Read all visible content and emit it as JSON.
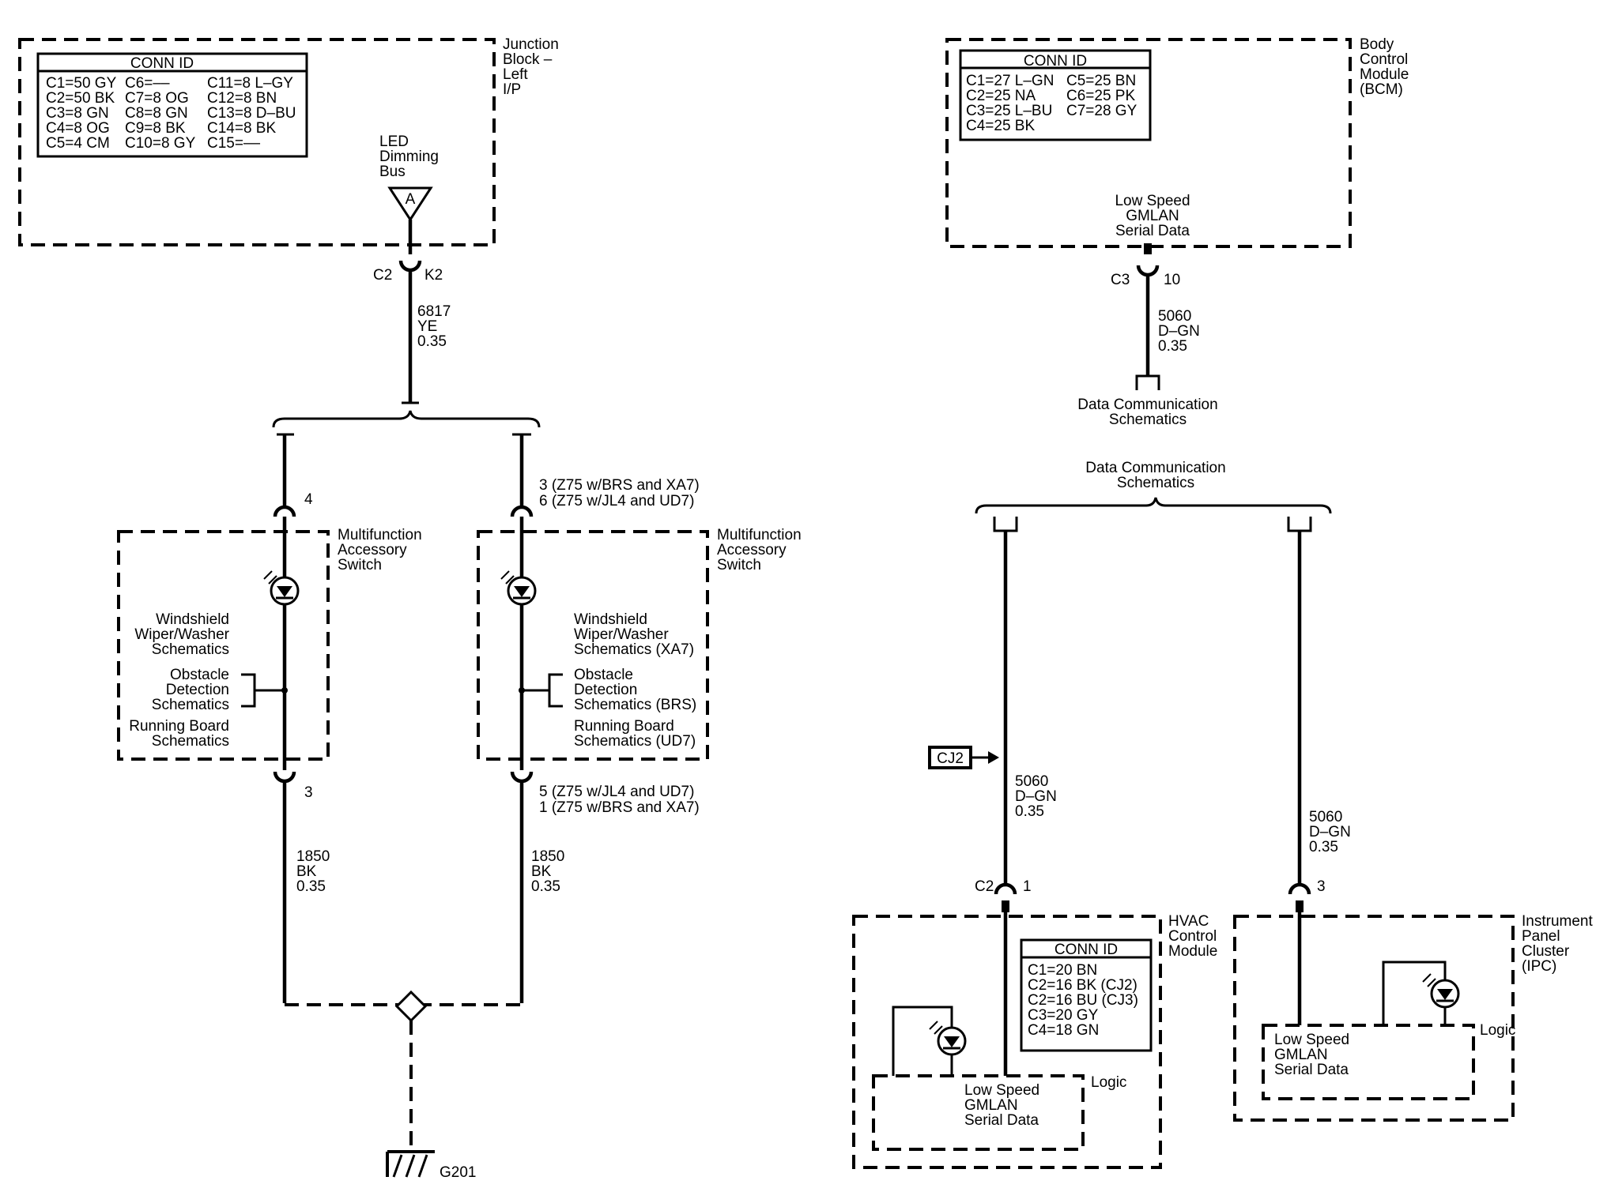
{
  "junction_block": {
    "name_lines": [
      "Junction",
      "Block –",
      "Left",
      "I/P"
    ],
    "conn_title": "CONN ID",
    "conn_rows": [
      [
        "C1=50 GY",
        "C6=––",
        "C11=8 L–GY"
      ],
      [
        "C2=50 BK",
        "C7=8 OG",
        "C12=8 BN"
      ],
      [
        "C3=8 GN",
        "C8=8 GN",
        "C13=8 D–BU"
      ],
      [
        "C4=8 OG",
        "C9=8 BK",
        "C14=8 BK"
      ],
      [
        "C5=4 CM",
        "C10=8 GY",
        "C15=––"
      ]
    ],
    "bus_label_lines": [
      "LED",
      "Dimming",
      "Bus"
    ],
    "bus_letter": "A",
    "conn": "C2",
    "pin": "K2",
    "wire_lines": [
      "6817",
      "YE",
      "0.35"
    ]
  },
  "left_switch": {
    "name_lines": [
      "Multifunction",
      "Accessory",
      "Switch"
    ],
    "top_pin": "4",
    "bottom_pin": "3",
    "text_lines": [
      "Windshield",
      "Wiper/Washer",
      "Schematics",
      "Obstacle",
      "Detection",
      "Schematics",
      "Running Board",
      "Schematics"
    ],
    "wire_lines": [
      "1850",
      "BK",
      "0.35"
    ]
  },
  "right_switch": {
    "name_lines": [
      "Multifunction",
      "Accessory",
      "Switch"
    ],
    "top_pin_lines": [
      "3 (Z75 w/BRS and XA7)",
      "6 (Z75 w/JL4 and UD7)"
    ],
    "bottom_pin_lines": [
      "5 (Z75 w/JL4 and UD7)",
      "1 (Z75 w/BRS and XA7)"
    ],
    "text_lines": [
      "Windshield",
      "Wiper/Washer",
      "Schematics (XA7)",
      "Obstacle",
      "Detection",
      "Schematics (BRS)",
      "Running Board",
      "Schematics (UD7)"
    ],
    "wire_lines": [
      "1850",
      "BK",
      "0.35"
    ]
  },
  "ground": {
    "label": "G201"
  },
  "bcm": {
    "name_lines": [
      "Body",
      "Control",
      "Module",
      "(BCM)"
    ],
    "conn_title": "CONN ID",
    "conn_rows": [
      [
        "C1=27 L–GN",
        "C5=25 BN"
      ],
      [
        "C2=25 NA",
        "C6=25 PK"
      ],
      [
        "C3=25 L–BU",
        "C7=28 GY"
      ],
      [
        "C4=25 BK",
        ""
      ]
    ],
    "serial_lines": [
      "Low Speed",
      "GMLAN",
      "Serial Data"
    ],
    "conn": "C3",
    "pin": "10",
    "wire_lines": [
      "5060",
      "D–GN",
      "0.35"
    ],
    "ref_lines": [
      "Data Communication",
      "Schematics"
    ]
  },
  "data_comm": {
    "lines": [
      "Data Communication",
      "Schematics"
    ]
  },
  "cj2_tag": "CJ2",
  "hvac_wire_lines": [
    "5060",
    "D–GN",
    "0.35"
  ],
  "ipc_wire_lines": [
    "5060",
    "D–GN",
    "0.35"
  ],
  "hvac": {
    "name_lines": [
      "HVAC",
      "Control",
      "Module"
    ],
    "conn": "C2",
    "pin": "1",
    "conn_title": "CONN ID",
    "conn_rows": [
      "C1=20 BN",
      "C2=16 BK (CJ2)",
      "C2=16 BU (CJ3)",
      "C3=20 GY",
      "C4=18 GN"
    ],
    "logic": "Logic",
    "serial_lines": [
      "Low Speed",
      "GMLAN",
      "Serial Data"
    ]
  },
  "ipc": {
    "name_lines": [
      "Instrument",
      "Panel",
      "Cluster",
      "(IPC)"
    ],
    "pin": "3",
    "logic": "Logic",
    "serial_lines": [
      "Low Speed",
      "GMLAN",
      "Serial Data"
    ]
  }
}
